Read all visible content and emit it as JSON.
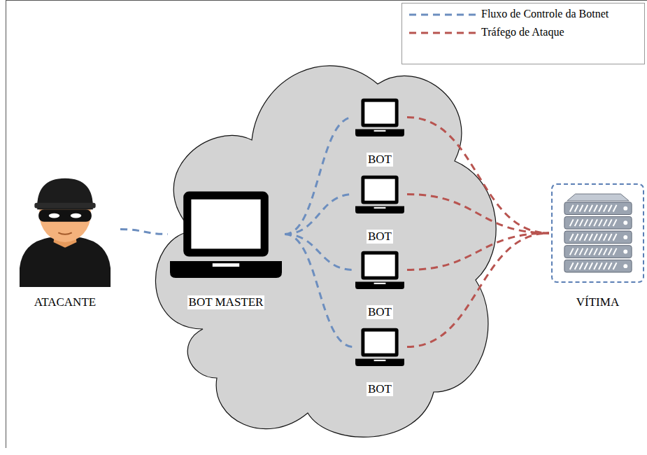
{
  "diagram": {
    "nodes": [
      {
        "text": [
          "ATACANTE"
        ]
      },
      {
        "text": [
          "BOT MASTER"
        ]
      },
      {
        "text": [
          "BOT"
        ]
      },
      {
        "text": [
          "BOT"
        ]
      },
      {
        "text": [
          "BOT"
        ]
      },
      {
        "text": [
          "BOT"
        ]
      },
      {
        "text": [
          "VÍTIMA"
        ]
      }
    ],
    "edges": [
      {
        "from": 0,
        "to": 1,
        "arrow": "none"
      },
      {
        "from": 1,
        "to": 2,
        "arrow": "none"
      },
      {
        "from": 1,
        "to": 3,
        "arrow": "none"
      },
      {
        "from": 1,
        "to": 4,
        "arrow": "none"
      },
      {
        "from": 1,
        "to": 5,
        "arrow": "none"
      },
      {
        "from": 2,
        "to": 6,
        "arrow": "none"
      },
      {
        "from": 3,
        "to": 6,
        "arrow": "none"
      },
      {
        "from": 4,
        "to": 6,
        "arrow": "none"
      },
      {
        "from": 5,
        "to": 6,
        "arrow": "none"
      }
    ],
    "legend": [
      {
        "text": "Fluxo de Controle da Botnet"
      },
      {
        "text": "Tráfego de Ataque"
      }
    ]
  }
}
